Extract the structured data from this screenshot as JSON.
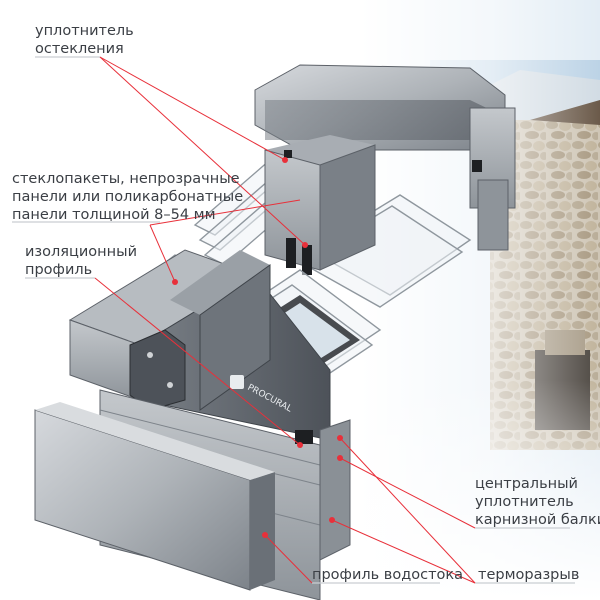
{
  "diagram": {
    "brand_logo_text": "PROCURAL",
    "callouts": [
      {
        "id": "glazing-seal",
        "lines": [
          "уплотнитель",
          "остекления"
        ]
      },
      {
        "id": "infill-panels",
        "lines": [
          "стеклопакеты, непрозрачные",
          "панели или поликарбонатные",
          "панели толщиной 8–54 мм"
        ]
      },
      {
        "id": "insulation-profile",
        "lines": [
          "изоляционный",
          "профиль"
        ]
      },
      {
        "id": "central-seal",
        "lines": [
          "центральный",
          "уплотнитель",
          "карнизной балки"
        ]
      },
      {
        "id": "gutter-profile",
        "lines": [
          "профиль водостока"
        ]
      },
      {
        "id": "thermal-break",
        "lines": [
          "терморазрыв"
        ]
      }
    ],
    "colors": {
      "leader_line": "#e8303a",
      "label_text": "#3b3f45",
      "aluminium_light": "#c9ccd0",
      "aluminium_mid": "#9aa0a6",
      "aluminium_dark": "#5e636a",
      "sky": "#d9e8f3",
      "stone": "#b8aa94"
    }
  }
}
